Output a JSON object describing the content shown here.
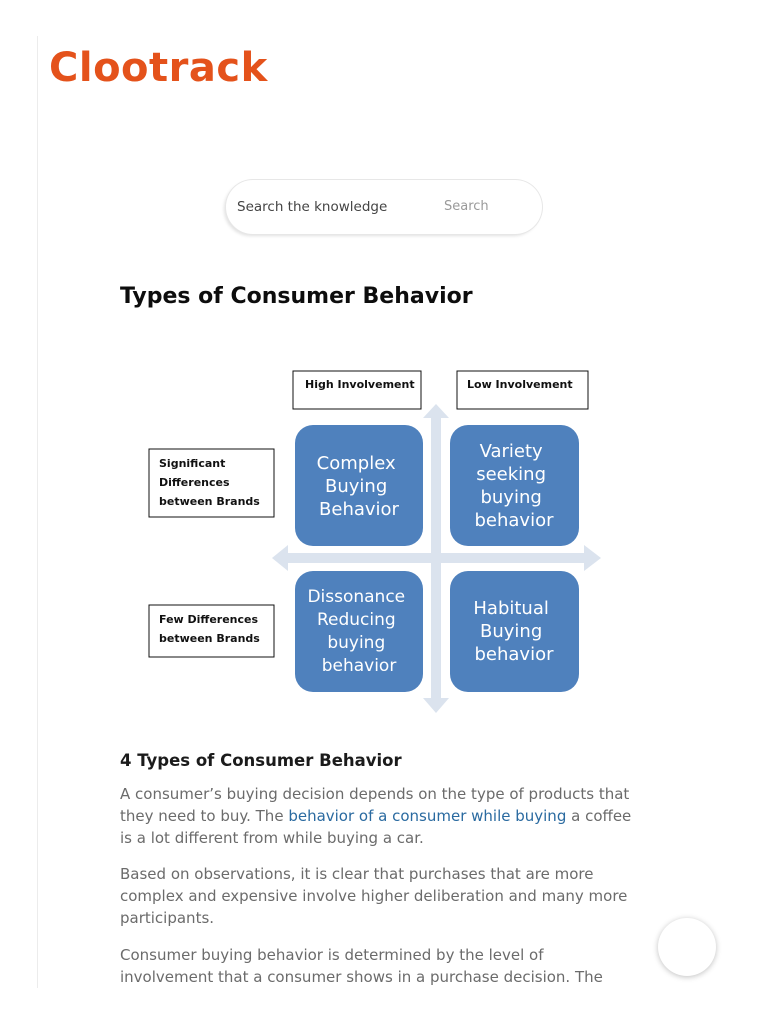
{
  "brand": {
    "logo_text": "Clootrack",
    "logo_color": "#e4521b"
  },
  "search": {
    "placeholder": "Search the knowledge",
    "button_label": "Search"
  },
  "article": {
    "title": "Types of Consumer Behavior",
    "section_title": "4 Types of Consumer Behavior",
    "paragraphs": [
      {
        "before": "A consumer’s buying decision depends on the type of products that they need to buy. The ",
        "link": "behavior of a consumer while buying",
        "after": " a coffee is a lot different from while buying a car."
      },
      {
        "text": "Based on observations, it is clear that purchases that are more complex and expensive involve higher deliberation and many more participants."
      },
      {
        "text": "Consumer buying behavior is determined by the level of involvement that a consumer shows in a purchase decision. The"
      }
    ],
    "link_color": "#2a6aa0"
  },
  "diagram": {
    "column_labels": [
      "High Involvement",
      "Low Involvement"
    ],
    "row_labels": [
      [
        "Significant",
        "Differences",
        "between Brands"
      ],
      [
        "Few Differences",
        "between Brands"
      ]
    ],
    "quadrants": [
      [
        "Complex",
        "Buying",
        "Behavior"
      ],
      [
        "Variety",
        "seeking",
        "buying",
        "behavior"
      ],
      [
        "Dissonance",
        "Reducing",
        "buying",
        "behavior"
      ],
      [
        "Habitual",
        "Buying",
        "behavior"
      ]
    ],
    "quadrant_color": "#4f81bd",
    "arrow_color": "#dbe3ee"
  }
}
